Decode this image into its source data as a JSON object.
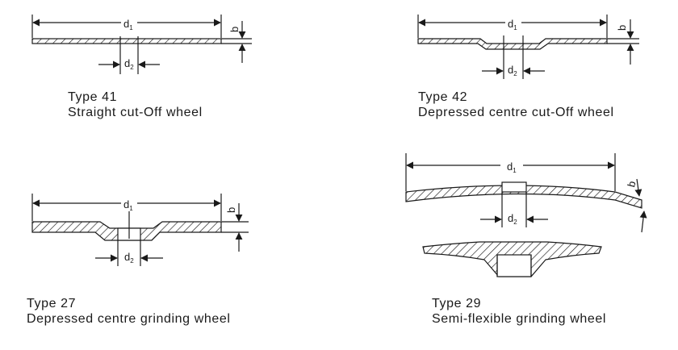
{
  "colors": {
    "ink": "#1a1a1a",
    "background": "#ffffff"
  },
  "dimension_labels": {
    "d1_main": "d",
    "d1_sub": "1",
    "d2_main": "d",
    "d2_sub": "2",
    "b": "b"
  },
  "wheels": [
    {
      "key": "type41",
      "type": "Type 41",
      "description": "Straight cut-Off wheel"
    },
    {
      "key": "type42",
      "type": "Type 42",
      "description": "Depressed centre cut-Off wheel"
    },
    {
      "key": "type27",
      "type": "Type 27",
      "description": "Depressed centre grinding wheel"
    },
    {
      "key": "type29",
      "type": "Type 29",
      "description": "Semi-flexible grinding wheel"
    }
  ]
}
